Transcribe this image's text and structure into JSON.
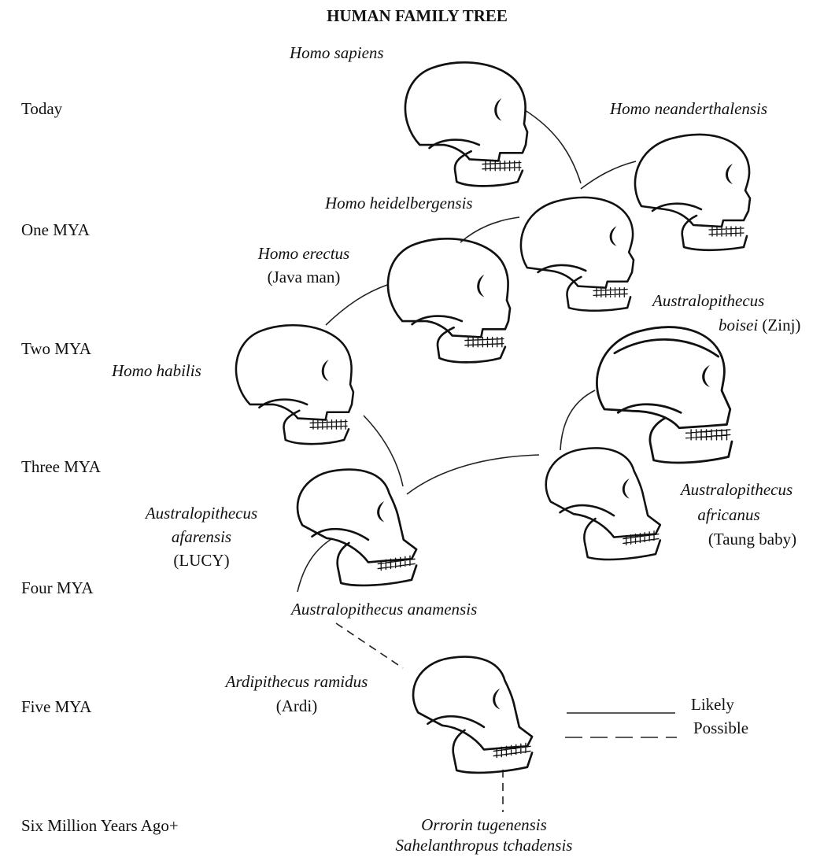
{
  "title": "HUMAN FAMILY TREE",
  "timeline": [
    "Today",
    "One MYA",
    "Two MYA",
    "Three MYA",
    "Four MYA",
    "Five MYA",
    "Six Million Years Ago+"
  ],
  "species": {
    "sapiens": "Homo sapiens",
    "neanderthalensis": "Homo neanderthalensis",
    "heidelbergensis": "Homo heidelbergensis",
    "erectus": "Homo erectus",
    "erectus_note": "(Java man)",
    "boisei_1": "Australopithecus",
    "boisei_2": "boisei",
    "boisei_note": " (Zinj)",
    "habilis": "Homo habilis",
    "afarensis_1": "Australopithecus",
    "afarensis_2": "afarensis",
    "afarensis_note": "(LUCY)",
    "africanus_1": "Australopithecus",
    "africanus_2": "africanus",
    "africanus_note": "(Taung baby)",
    "anamensis": "Australopithecus anamensis",
    "ramidus": "Ardipithecus ramidus",
    "ramidus_note": "(Ardi)",
    "orrorin": "Orrorin tugenensis",
    "sahelanthropus": "Sahelanthropus tchadensis"
  },
  "legend": {
    "likely": "Likely",
    "possible": "Possible"
  },
  "colors": {
    "ink": "#111111",
    "background": "#ffffff"
  }
}
